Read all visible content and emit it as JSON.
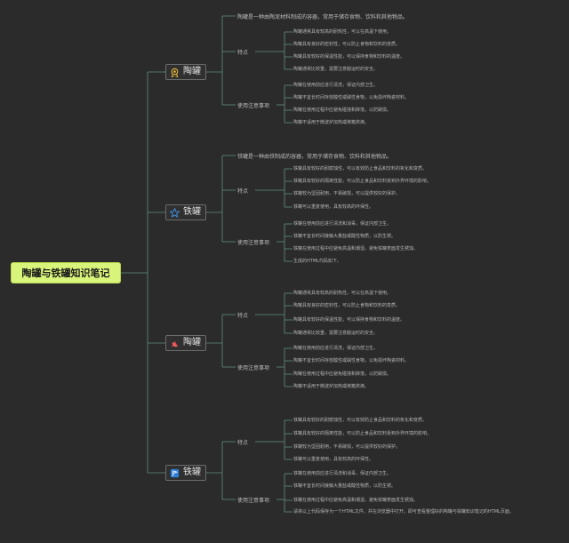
{
  "root": "陶罐与铁罐知识笔记",
  "branches": [
    {
      "label": "陶罐",
      "icon": "medal-icon",
      "icon_color": "#e8b838",
      "intro": "陶罐是一种由陶泥材料制成的容器，常用于储存食物、饮料和其他物品。",
      "groups": [
        {
          "label": "特点",
          "items": [
            "陶罐通常具有较高的耐热性，可以在高温下使用。",
            "陶罐具有良好的密封性，可以防止食物和饮料的变质。",
            "陶罐具有较好的保温性能，可以保持食物和饮料的温度。",
            "陶罐通常比较重，需要注意搬运时的安全。"
          ]
        },
        {
          "label": "使用注意事项",
          "items": [
            "陶罐在使用前应进行清洗，保证内部卫生。",
            "陶罐不宜长时间存放酸性或碱性食物，以免损坏陶瓷材料。",
            "陶罐在使用过程中应避免碰撞和摔落，以防破损。",
            "陶罐不适用于微波炉加热或烤箱烘烤。"
          ]
        }
      ]
    },
    {
      "label": "铁罐",
      "icon": "star-icon",
      "icon_color": "#3f8fe0",
      "intro": "铁罐是一种由铁制成的容器，常用于储存食物、饮料和其他物品。",
      "groups": [
        {
          "label": "特点",
          "items": [
            "铁罐具有较好的耐腐蚀性，可以有效防止食品和饮料的氧化和变质。",
            "铁罐具有较好的隔离性能，可以防止食品和饮料受到外界环境的影响。",
            "铁罐较为坚固耐用，不易破损，可以提供较好的保护。",
            "铁罐可以重复使用，具有较高的环保性。"
          ]
        },
        {
          "label": "使用注意事项",
          "items": [
            "铁罐在使用前应进行清洗和消毒，保证内部卫生。",
            "铁罐不宜长时间接触大量盐或酸性物质，以防生锈。",
            "铁罐在使用过程中应避免高温和潮湿，避免铁罐表面发生锈蚀。",
            "生成的HTML代码如下。"
          ]
        }
      ]
    },
    {
      "label": "陶罐",
      "icon": "pottery-icon",
      "icon_color": "#e04848",
      "intro": "",
      "groups": [
        {
          "label": "特点",
          "items": [
            "陶罐通常具有较高的耐热性，可以在高温下使用。",
            "陶罐具有良好的密封性，可以防止食物和饮料的变质。",
            "陶罐具有较好的保温性能，可以保持食物和饮料的温度。",
            "陶罐通常比较重，需要注意搬运时的安全。"
          ]
        },
        {
          "label": "使用注意事项",
          "items": [
            "陶罐在使用前应进行清洗，保证内部卫生。",
            "陶罐不宜长时间存放酸性或碱性食物，以免损坏陶瓷材料。",
            "陶罐在使用过程中应避免碰撞和摔落，以防破损。",
            "陶罐不适用于微波炉加热或烤箱烘烤。"
          ]
        }
      ]
    },
    {
      "label": "铁罐",
      "icon": "flag-icon",
      "icon_color": "#2f7fd8",
      "intro": "",
      "groups": [
        {
          "label": "特点",
          "items": [
            "铁罐具有较好的耐腐蚀性，可以有效防止食品和饮料的氧化和变质。",
            "铁罐具有较好的隔离性能，可以防止食品和饮料受到外界环境的影响。",
            "铁罐较为坚固耐用，不易破损，可以提供较好的保护。",
            "铁罐可以重复使用，具有较高的环保性。"
          ]
        },
        {
          "label": "使用注意事项",
          "items": [
            "铁罐在使用前应进行清洗和消毒，保证内部卫生。",
            "铁罐不宜长时间接触大量盐或酸性物质，以防生锈。",
            "铁罐在使用过程中应避免高温和潮湿，避免铁罐表面发生锈蚀。",
            "请将以上代码保存为一个HTML文件，并在浏览器中打开，即可查看整理好的陶罐与铁罐知识笔记的HTML页面。"
          ]
        }
      ]
    }
  ]
}
